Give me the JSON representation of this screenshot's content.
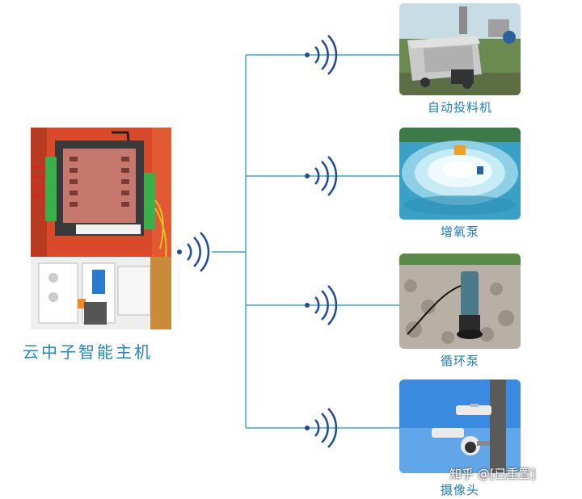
{
  "hub": {
    "label": "云中子智能主机",
    "photo": "controller-cabinet-photo"
  },
  "devices": [
    {
      "label": "自动投料机",
      "photo": "feeder-machine-photo"
    },
    {
      "label": "增氧泵",
      "photo": "aerator-pump-photo"
    },
    {
      "label": "循环泵",
      "photo": "circulation-pump-photo"
    },
    {
      "label": "摄像头",
      "photo": "camera-photo"
    }
  ],
  "watermark": "知乎 @[已重置]",
  "colors": {
    "line": "#3aa8d8",
    "caption": "#1f7fb8",
    "wifi": "#1f4a9a"
  }
}
